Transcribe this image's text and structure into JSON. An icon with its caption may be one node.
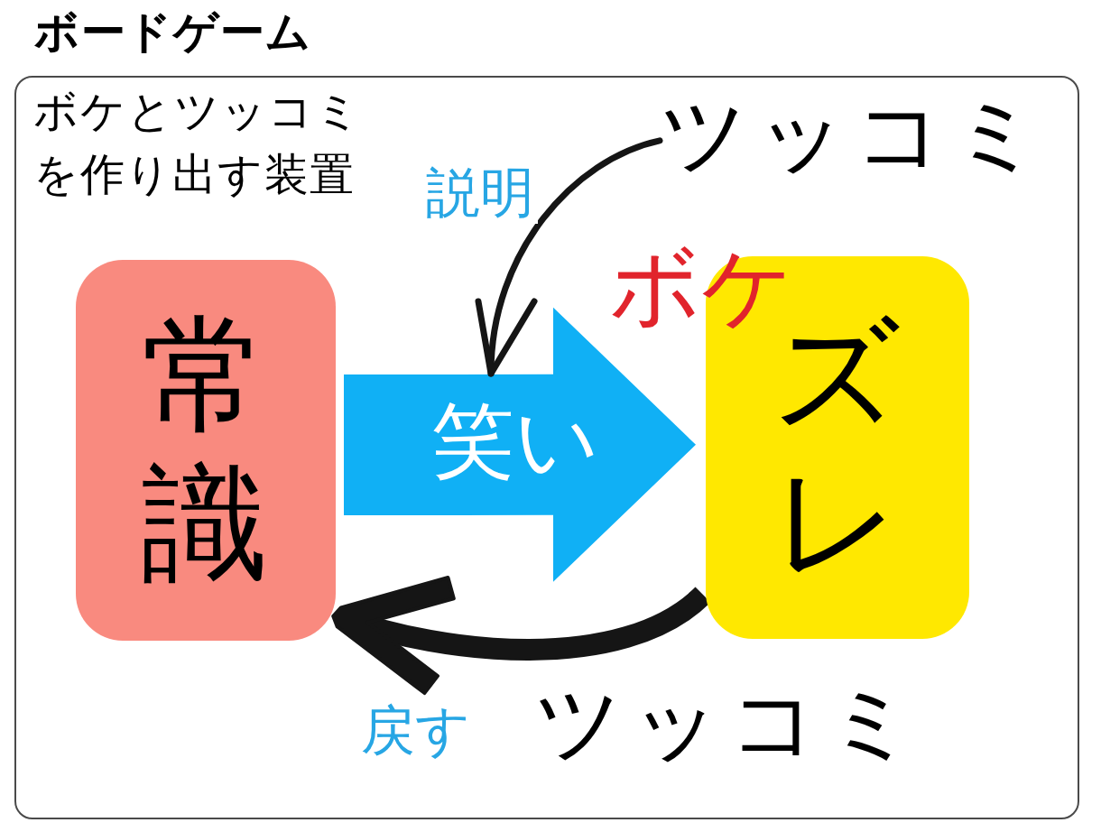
{
  "diagram": {
    "title": "ボードゲーム",
    "nodes": [
      {
        "text": [
          "ボケとツッコミを作り出す装置"
        ]
      },
      {
        "text": [
          "常識"
        ],
        "in": 0
      },
      {
        "text": [
          "ズレ"
        ],
        "in": 0,
        "beside": [
          "ボケ"
        ]
      },
      {
        "text": [
          "ツッコミ"
        ],
        "in": 0
      }
    ],
    "edges": [
      {
        "from": 1,
        "to": 2,
        "arrow": "to",
        "label": "笑い",
        "style": "thick",
        "color": "#10b0f5"
      },
      {
        "from": 3,
        "to": null,
        "arrow": "to",
        "label": "説明"
      },
      {
        "from": 2,
        "to": 1,
        "arrow": "to",
        "label": "戻す",
        "style": "thick"
      }
    ],
    "labels": [
      "ツッコミ"
    ]
  }
}
